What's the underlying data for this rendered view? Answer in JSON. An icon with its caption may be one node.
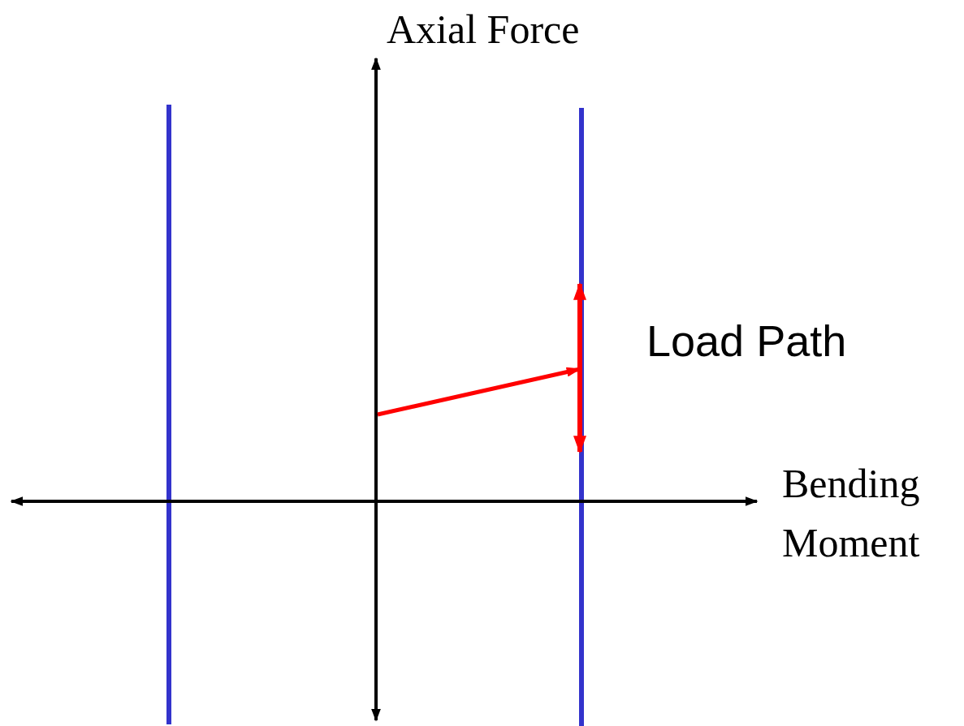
{
  "diagram": {
    "labels": [
      "Axial Force",
      "Load Path",
      "Bending Moment"
    ]
  }
}
